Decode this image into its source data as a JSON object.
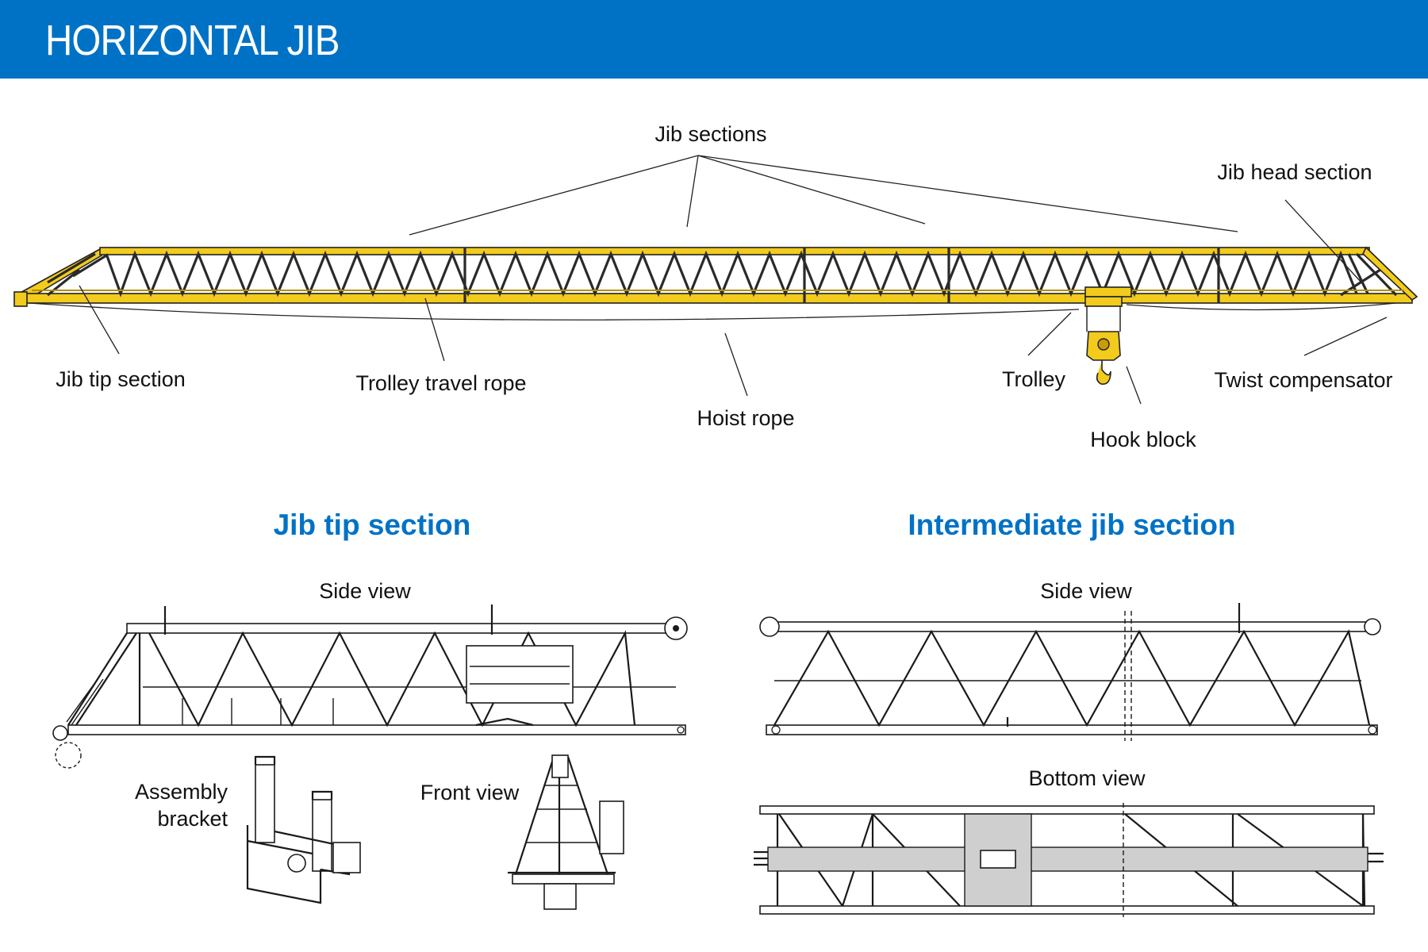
{
  "header": {
    "title": "HORIZONTAL JIB"
  },
  "colors": {
    "header_bg": "#0072c6",
    "section_title": "#0072c6",
    "jib_yellow": "#f2cb1d"
  },
  "main_diagram": {
    "labels": {
      "jib_sections": "Jib sections",
      "jib_head_section": "Jib head section",
      "jib_tip_section": "Jib tip section",
      "trolley_travel_rope": "Trolley travel rope",
      "hoist_rope": "Hoist rope",
      "trolley": "Trolley",
      "twist_compensator": "Twist compensator",
      "hook_block": "Hook block"
    }
  },
  "jib_tip_panel": {
    "title": "Jib tip section",
    "side_view": "Side view",
    "assembly_bracket_line1": "Assembly",
    "assembly_bracket_line2": "bracket",
    "front_view": "Front view"
  },
  "intermediate_panel": {
    "title": "Intermediate jib section",
    "side_view": "Side view",
    "bottom_view": "Bottom view"
  }
}
